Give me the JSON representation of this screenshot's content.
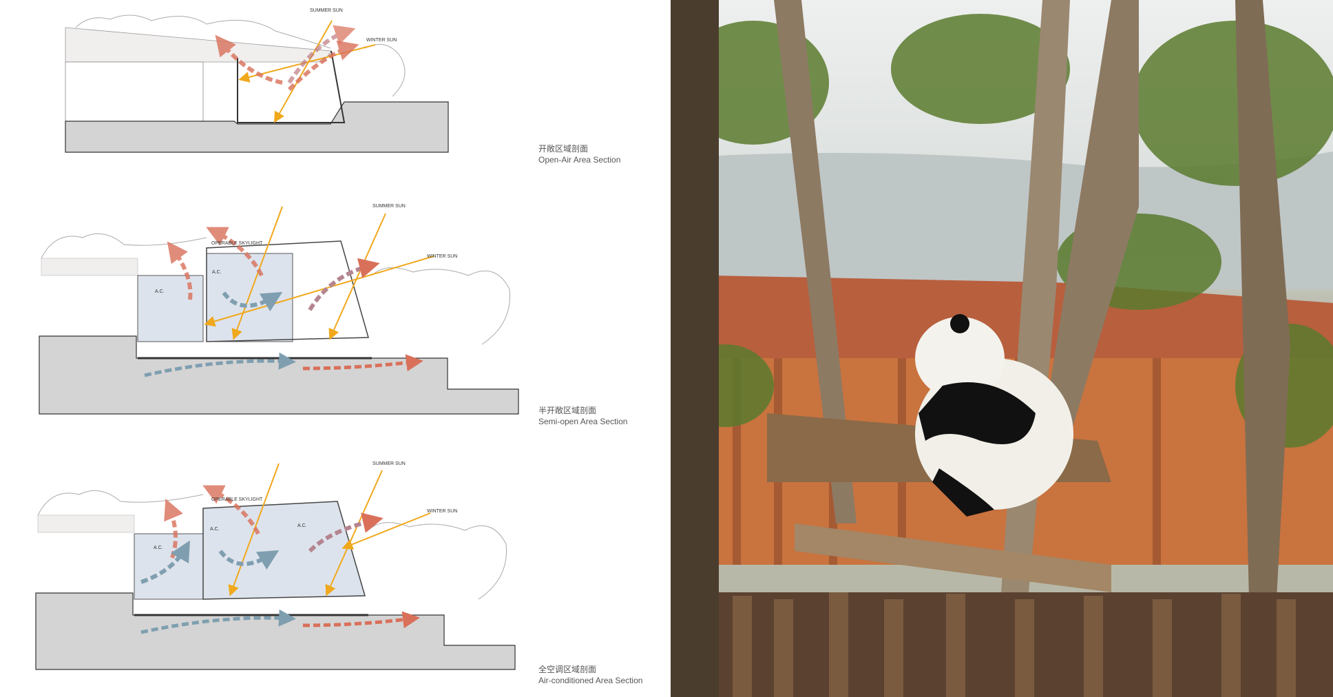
{
  "sections": [
    {
      "label_cn": "开敞区域剖面",
      "label_en": "Open-Air Area Section",
      "summer_sun": "SUMMER SUN",
      "winter_sun": "WINTER SUN"
    },
    {
      "label_cn": "半开敞区域剖面",
      "label_en": "Semi-open Area Section",
      "summer_sun": "SUMMER SUN",
      "winter_sun": "WINTER SUN",
      "skylight": "OPERABLE SKYLIGHT",
      "ac": "A.C."
    },
    {
      "label_cn": "全空调区域剖面",
      "label_en": "Air-conditioned Area Section",
      "summer_sun": "SUMMER SUN",
      "winter_sun": "WINTER SUN",
      "skylight": "OPERABLE SKYLIGHT",
      "ac": "A.C."
    }
  ],
  "colors": {
    "sun": "#f0a81c",
    "warm_air": "#d9705a",
    "cool_air": "#7f9fb0",
    "ground": "#d4d4d4",
    "interior": "#dde3ec"
  },
  "photo": {
    "subject": "giant-panda"
  }
}
